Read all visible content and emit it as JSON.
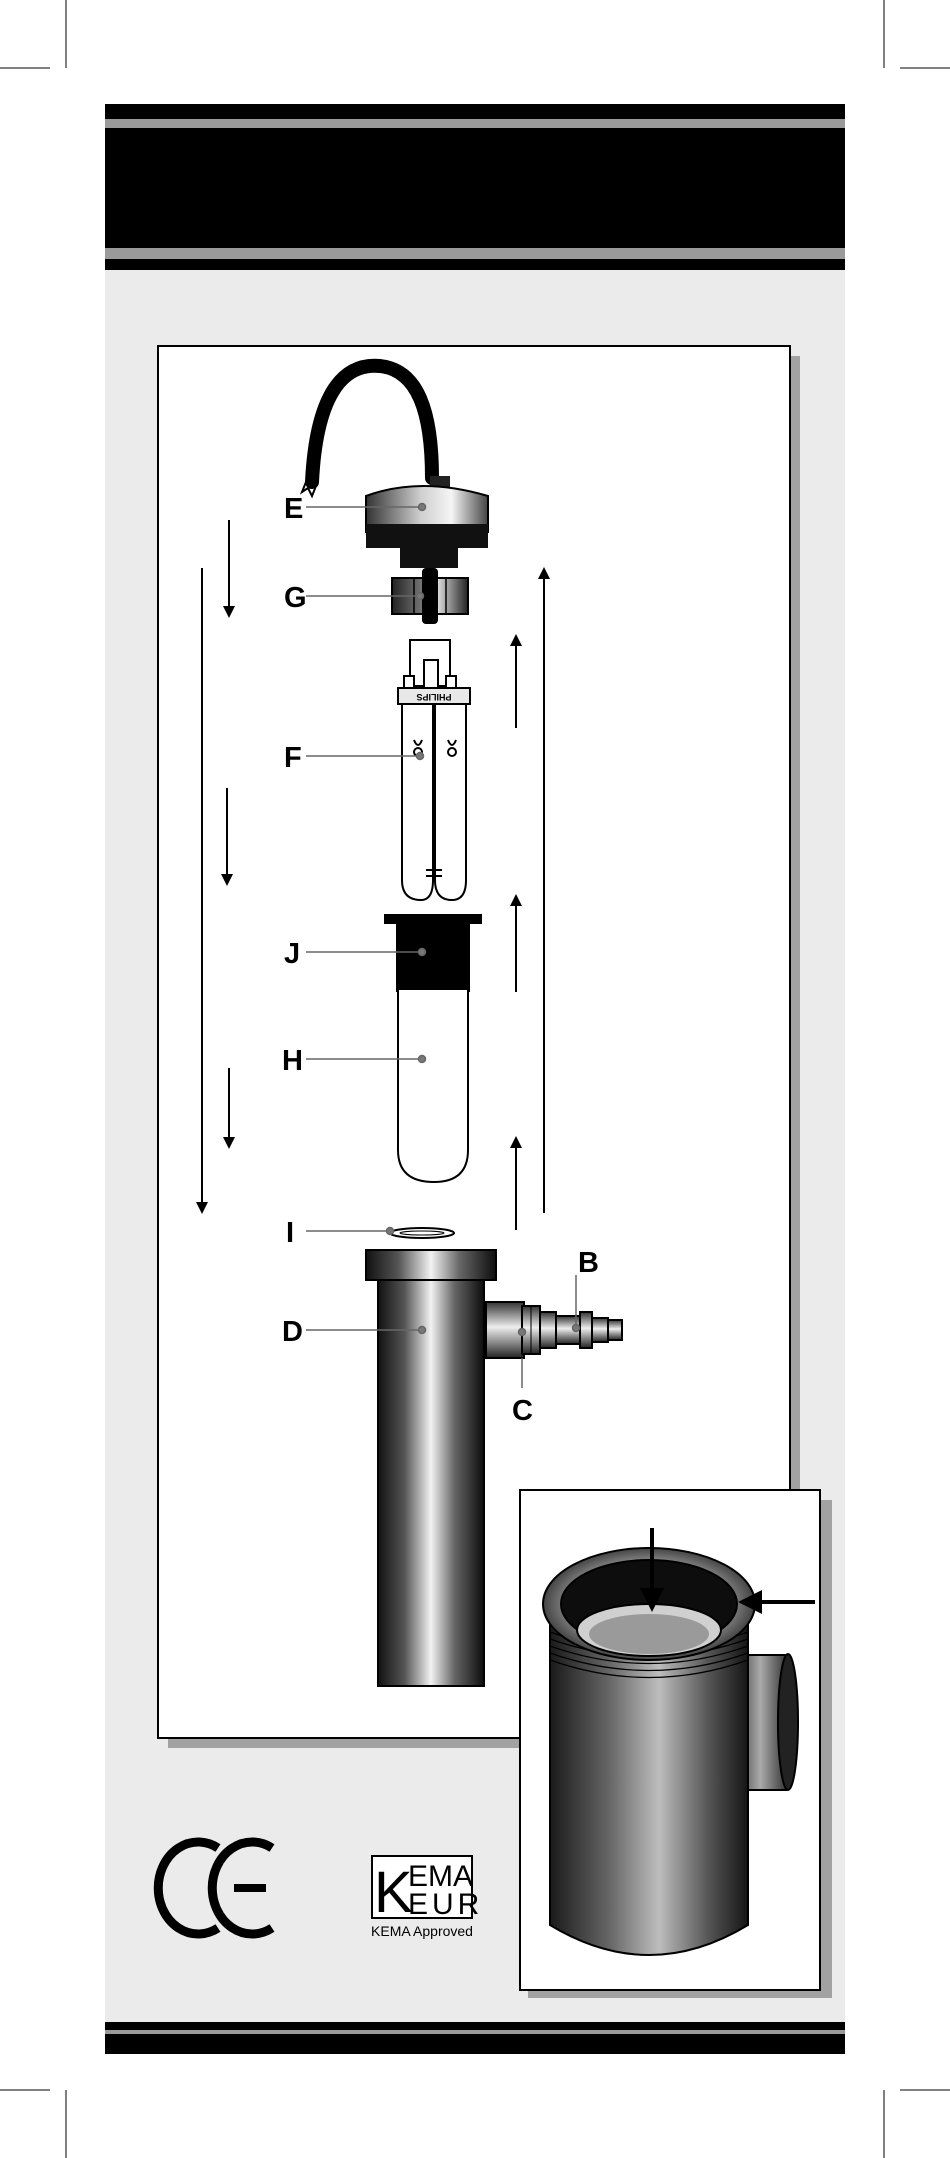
{
  "parts": {
    "E": "E",
    "G": "G",
    "F": "F",
    "J": "J",
    "H": "H",
    "I": "I",
    "D": "D",
    "B": "B",
    "C": "C"
  },
  "lamp_brand": "PHILIPS",
  "certifications": {
    "ce_mark": "CE",
    "kema_line1_big": "K",
    "kema_line1_rest": "EMA",
    "kema_line2_rest": "EUR",
    "kema_approved": "KEMA Approved"
  },
  "colors": {
    "header_band": "#000000",
    "header_stripe": "#9a9a9a",
    "panel_background": "#ebebeb",
    "diagram_frame": "#ffffff"
  },
  "icons": {
    "flow_down": "arrow-down-icon",
    "flow_up": "arrow-up-icon"
  }
}
